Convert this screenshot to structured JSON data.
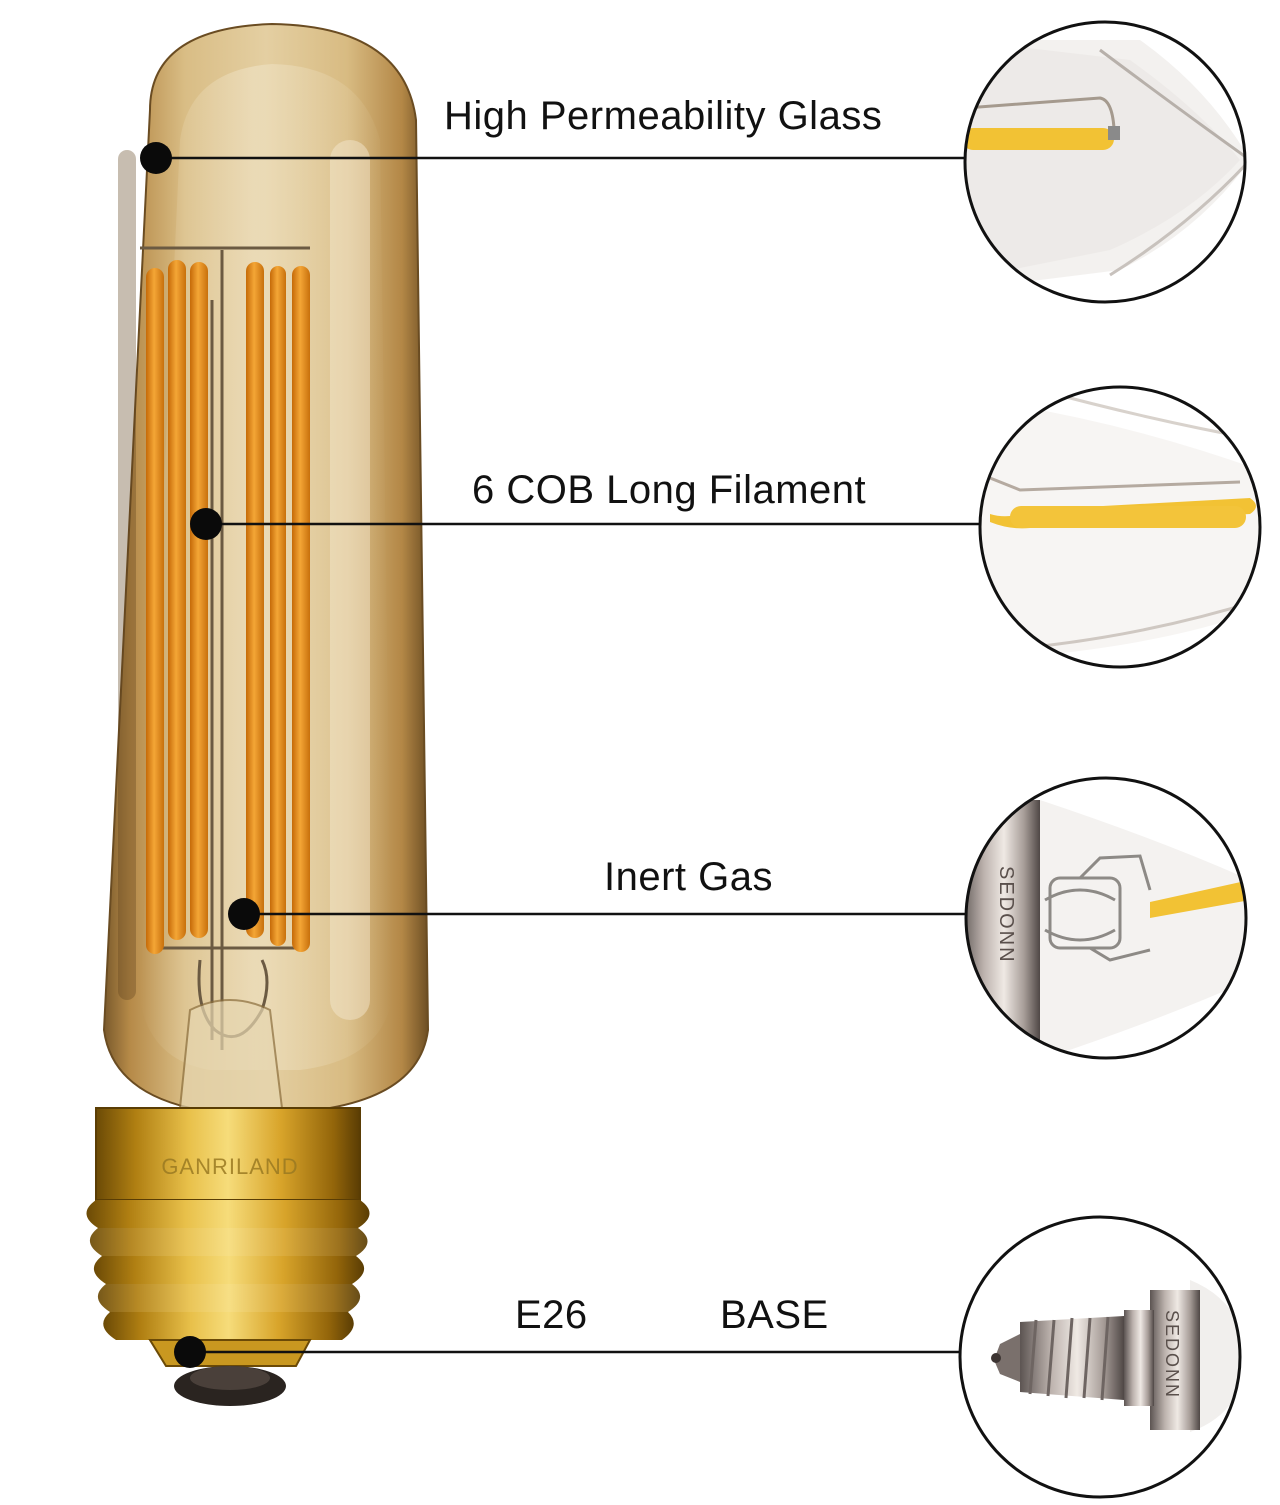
{
  "callouts": [
    {
      "id": "glass",
      "label": "High Permeability Glass"
    },
    {
      "id": "filament",
      "label": "6 COB Long Filament"
    },
    {
      "id": "gas",
      "label": "Inert Gas"
    },
    {
      "id": "base",
      "label_left": "E26",
      "label_right": "BASE"
    }
  ],
  "bulb": {
    "base_engraving": "GANRILAND",
    "filament_count": 6
  },
  "detail_views": [
    {
      "id": "glass-detail",
      "depicts": "filament tip inside glass"
    },
    {
      "id": "filament-detail",
      "depicts": "COB filament strip"
    },
    {
      "id": "gas-detail",
      "depicts": "glass stem with support wires",
      "engraving": "SEDONN"
    },
    {
      "id": "base-detail",
      "depicts": "small screw base",
      "engraving": "SEDONN"
    }
  ],
  "colors": {
    "glass_amber": "#c9a05a",
    "filament_orange": "#e8901e",
    "brass": "#c8961c",
    "leader_line": "#111111",
    "detail_filament": "#f2c234"
  }
}
